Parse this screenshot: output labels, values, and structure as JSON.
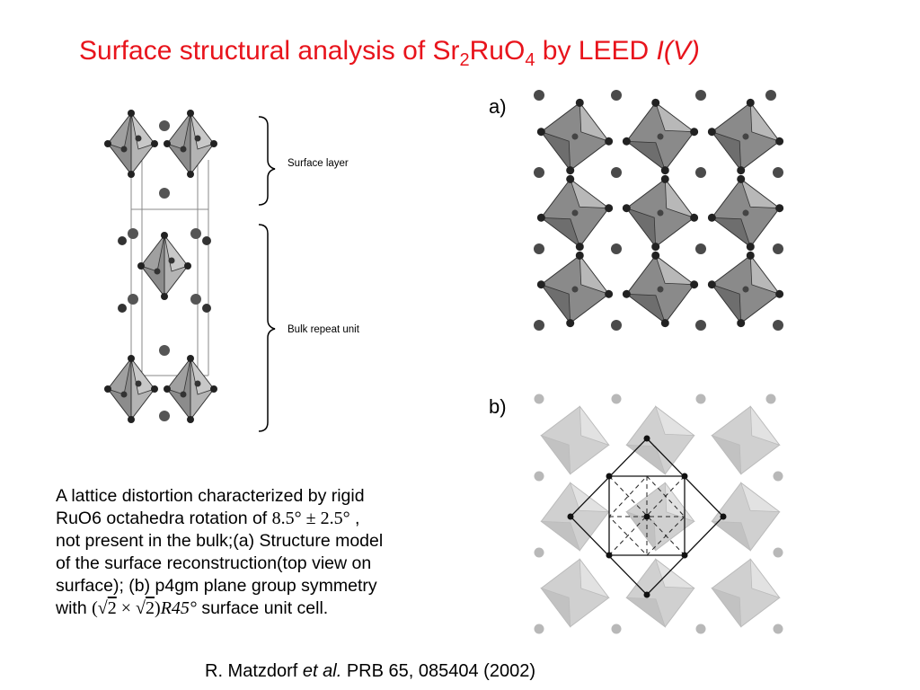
{
  "title": {
    "part1": "Surface structural analysis of Sr",
    "sub1": "2",
    "part2": "RuO",
    "sub2": "4",
    "part3": " by LEED ",
    "italic": "I(V)"
  },
  "figure_left": {
    "surface_label": "Surface layer",
    "bulk_label": "Bulk repeat unit"
  },
  "figure_a": {
    "label": "a)"
  },
  "figure_b": {
    "label": "b)"
  },
  "caption": {
    "line1": "A lattice distortion characterized by rigid",
    "line2_text": "RuO6 octahedra rotation of ",
    "line2_math": "8.5° ± 2.5°",
    "line2_tail": " ,",
    "line3": "not present in the bulk;(a) Structure model",
    "line4": "of the surface reconstruction(top view on",
    "line5": "surface); (b) p4gm plane group symmetry",
    "line6_text": "with ",
    "line6_math_root1": "2",
    "line6_math_times": "×",
    "line6_math_root2": "2",
    "line6_math_rot": "R45°",
    "line6_tail": " surface unit cell."
  },
  "reference": {
    "author": "R. Matzdorf ",
    "etal": "et al.",
    "citation": " PRB 65, 085404 (2002)"
  },
  "colors": {
    "title": "#e8141c"
  }
}
